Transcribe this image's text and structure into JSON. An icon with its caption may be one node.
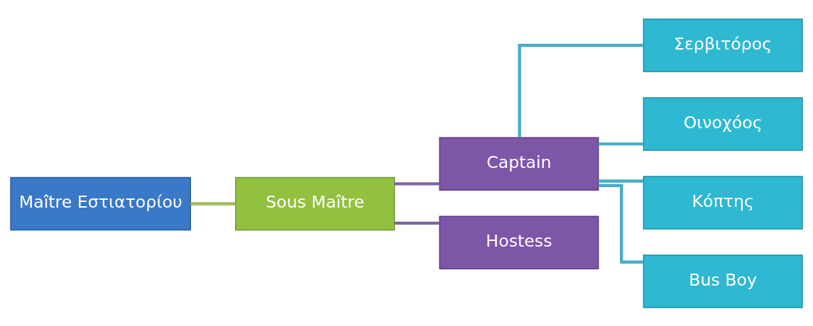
{
  "diagram": {
    "nodes": [
      {
        "text": [
          "Maître Εστιατορίου"
        ]
      },
      {
        "text": [
          "Sous Maître"
        ]
      },
      {
        "text": [
          "Captain"
        ]
      },
      {
        "text": [
          "Hostess"
        ]
      },
      {
        "text": [
          "Σερβιτόρος"
        ]
      },
      {
        "text": [
          "Οινοχόος"
        ]
      },
      {
        "text": [
          "Κόπτης"
        ]
      },
      {
        "text": [
          "Bus Boy"
        ]
      }
    ],
    "edges": [
      {
        "from": 0,
        "to": 1,
        "arrow": "none",
        "color": "#9bbb59"
      },
      {
        "from": 1,
        "to": 2,
        "arrow": "none",
        "color": "#8064a2"
      },
      {
        "from": 1,
        "to": 3,
        "arrow": "none",
        "color": "#8064a2"
      },
      {
        "from": 2,
        "to": 4,
        "arrow": "none"
      },
      {
        "from": 2,
        "to": 5,
        "arrow": "none"
      },
      {
        "from": 2,
        "to": 6,
        "arrow": "none"
      },
      {
        "from": 2,
        "to": 7,
        "arrow": "none"
      }
    ]
  }
}
